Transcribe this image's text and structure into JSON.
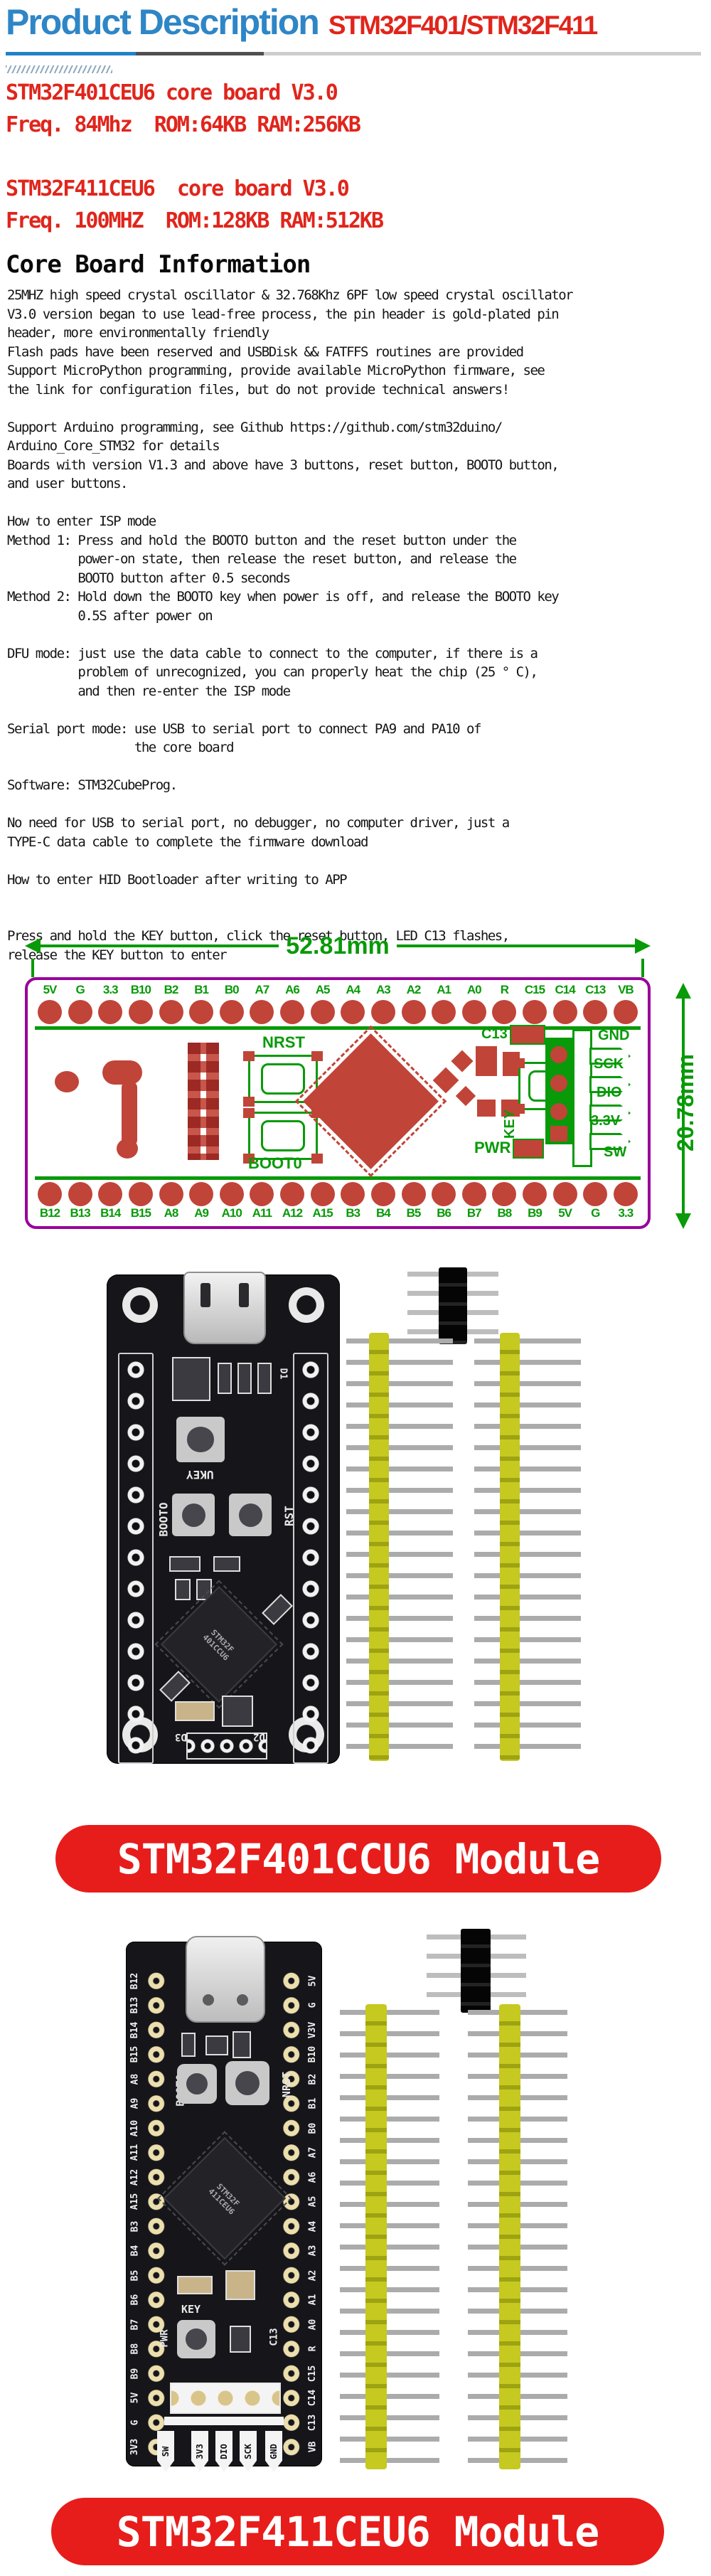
{
  "header": {
    "title": "Product Description",
    "subtitle": "STM32F401/STM32F411"
  },
  "specs": [
    {
      "lines": [
        "STM32F401CEU6 core board V3.0",
        "Freq. 84Mhz  ROM:64KB RAM:256KB"
      ]
    },
    {
      "lines": [
        "STM32F411CEU6  core board V3.0",
        "Freq. 100MHZ  ROM:128KB RAM:512KB"
      ]
    }
  ],
  "info": {
    "heading": "Core Board Information",
    "lines": [
      "25MHZ high speed crystal oscillator & 32.768Khz 6PF low speed crystal oscillator",
      "V3.0 version began to use lead-free process, the pin header is gold-plated pin",
      "header, more environmentally friendly",
      "Flash pads have been reserved and USBDisk && FATFFS routines are provided",
      "Support MicroPython programming, provide available MicroPython firmware, see",
      "the link for configuration files, but do not provide technical answers!",
      "",
      "Support Arduino programming, see Github https://github.com/stm32duino/",
      "Arduino_Core_STM32 for details",
      "Boards with version V1.3 and above have 3 buttons, reset button, BOOTO button,",
      "and user buttons.",
      "",
      "How to enter ISP mode",
      "Method 1: Press and hold the BOOTO button and the reset button under the",
      "          power-on state, then release the reset button, and release the",
      "          BOOTO button after 0.5 seconds",
      "Method 2: Hold down the BOOTO key when power is off, and release the BOOTO key",
      "          0.5S after power on",
      "",
      "DFU mode: just use the data cable to connect to the computer, if there is a",
      "          problem of unrecognized, you can properly heat the chip (25 ° C),",
      "          and then re-enter the ISP mode",
      "",
      "Serial port mode: use USB to serial port to connect PA9 and PA10 of",
      "                  the core board",
      "",
      "Software: STM32CubeProg.",
      "",
      "No need for USB to serial port, no debugger, no computer driver, just a",
      "TYPE-C data cable to complete the firmware download",
      "",
      "How to enter HID Bootloader after writing to APP",
      "",
      "",
      "Press and hold the KEY button, click the reset button, LED C13 flashes,",
      "release the KEY button to enter"
    ]
  },
  "diagram": {
    "width_label": "52.81mm",
    "height_label": "20.78mm",
    "top_pins": [
      "5V",
      "G",
      "3.3",
      "B10",
      "B2",
      "B1",
      "B0",
      "A7",
      "A6",
      "A5",
      "A4",
      "A3",
      "A2",
      "A1",
      "A0",
      "R",
      "C15",
      "C14",
      "C13",
      "VB"
    ],
    "bottom_pins": [
      "B12",
      "B13",
      "B14",
      "B15",
      "A8",
      "A9",
      "A10",
      "A11",
      "A12",
      "A15",
      "B3",
      "B4",
      "B5",
      "B6",
      "B7",
      "B8",
      "B9",
      "5V",
      "G",
      "3.3"
    ],
    "labels": {
      "nrst": "NRST",
      "boot0": "BOOT0",
      "key": "KEY",
      "pwr": "PWR",
      "c13": "C13"
    },
    "swd_labels": [
      "GND",
      "SCK",
      "DIO",
      "3.3V",
      "SW"
    ]
  },
  "photo1": {
    "silk": {
      "ukey": "UKEY",
      "boot0": "BOOTO",
      "rst": "RST",
      "d1": "D1",
      "d2": "D2",
      "d3": "D3"
    },
    "chip_lines": [
      "STM32F",
      "401CCU6"
    ]
  },
  "banner1": {
    "text": "STM32F401CCU6 Module"
  },
  "photo2": {
    "left_pins": [
      "B12",
      "B13",
      "B14",
      "B15",
      "A8",
      "A9",
      "A10",
      "A11",
      "A12",
      "A15",
      "B3",
      "B4",
      "B5",
      "B6",
      "B7",
      "B8",
      "B9",
      "5V",
      "G",
      "3V3"
    ],
    "right_pins": [
      "5V",
      "G",
      "V3V",
      "B10",
      "B2",
      "B1",
      "B0",
      "A7",
      "A6",
      "A5",
      "A4",
      "A3",
      "A2",
      "A1",
      "A0",
      "R",
      "C15",
      "C14",
      "C13",
      "VB"
    ],
    "silk": {
      "boot0": "BOOT0",
      "nrst": "NRST",
      "key": "KEY",
      "pwr": "PWR",
      "c13": "C13"
    },
    "swd_labels": [
      "SW",
      "3V3",
      "DIO",
      "SCK",
      "GND"
    ],
    "chip_lines": [
      "STM32F",
      "411CEU6"
    ]
  },
  "banner2": {
    "text": "STM32F411CEU6 Module"
  },
  "colors": {
    "title_blue": "#2e86c6",
    "accent_red": "#e0251c",
    "diagram_green": "#089a08",
    "diagram_purple": "#98009a",
    "pad_red": "#c14438",
    "banner_red": "#e71d1b"
  }
}
